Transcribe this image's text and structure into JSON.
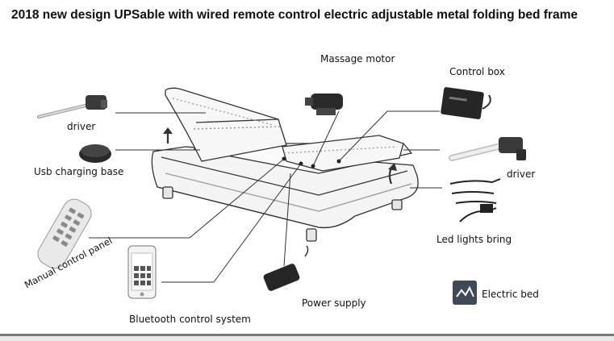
{
  "title": "2018 new design UPSable with wired remote control electric adjustable metal folding bed frame",
  "labels": {
    "driver_left": "driver",
    "usb_charging_base": "Usb charging base",
    "manual_control_panel": "Manual control panel",
    "bluetooth_control_system": "Bluetooth control system",
    "massage_motor": "Massage motor",
    "control_box": "Control box",
    "driver_right": "driver",
    "led_lights_bring": "Led lights bring",
    "power_supply": "Power supply",
    "electric_bed": "Electric bed"
  },
  "icons": [
    "linear-actuator-icon",
    "charging-pad-icon",
    "remote-control-icon",
    "smartphone-icon",
    "massage-motor-icon",
    "control-box-icon",
    "led-strip-icon",
    "power-adapter-icon",
    "electric-bed-logo-icon"
  ],
  "colors": {
    "text": "#111111",
    "line": "#333333",
    "badge": "#3e4a5a"
  }
}
